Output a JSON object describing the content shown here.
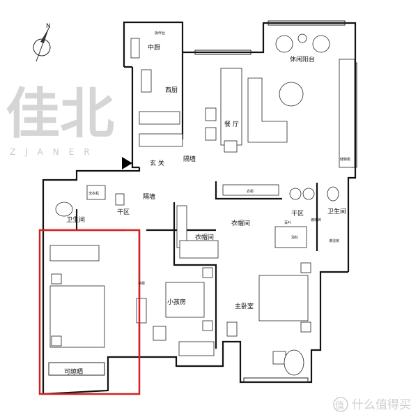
{
  "rooms": {
    "operation_counter": "操作台",
    "chinese_kitchen": "中厨",
    "western_kitchen": "西厨",
    "dining": "餐 厅",
    "leisure_balcony": "休闲阳台",
    "entrance": "玄 关",
    "partition_1": "隔墙",
    "partition_2": "隔墙",
    "dry_area_1": "干区",
    "dry_area_2": "干区",
    "bathroom_1": "卫生间",
    "bathroom_2": "卫生间",
    "walkin_closet_1": "衣帽间",
    "walkin_closet_2": "衣帽间",
    "kids_room": "小孩房",
    "master_bedroom": "主卧室",
    "drying_area": "可晾晒"
  },
  "fixtures": {
    "bathtub": "浴缸",
    "shutter": "百叶",
    "glass_brick": "玻璃砖",
    "shower": "淋浴房",
    "wardrobe": "衣柜",
    "bookcase": "书柜",
    "storage": "储物柜",
    "washer": "洗衣机"
  },
  "compass": {
    "label": "N"
  },
  "watermark": {
    "chars": "佳北",
    "latin": "ZJANER"
  },
  "site_logo": {
    "icon_char": "值",
    "text": "什么值得买"
  },
  "highlight_color": "#d62020"
}
